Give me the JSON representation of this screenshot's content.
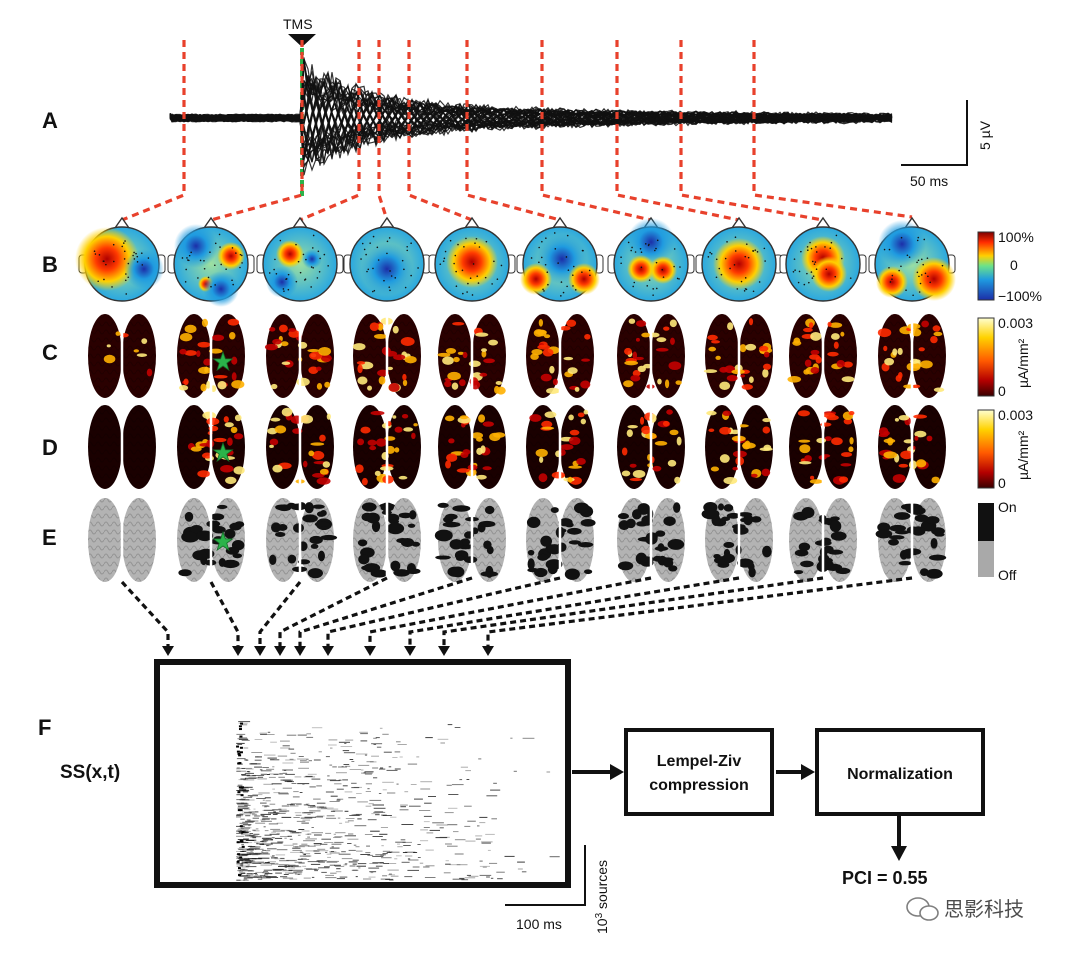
{
  "rows": {
    "a": "A",
    "b": "B",
    "c": "C",
    "d": "D",
    "e": "E",
    "f": "F"
  },
  "tms_label": "TMS",
  "scalebar": {
    "voltage": "5 µV",
    "time": "50 ms"
  },
  "colorbars": {
    "topo": {
      "max": "100%",
      "mid": "0",
      "min": "−100%",
      "colors": [
        "#7b0000",
        "#ff2a00",
        "#ffd000",
        "#6be28a",
        "#1f9be0",
        "#1c2ea8"
      ]
    },
    "current_c": {
      "max": "0.003",
      "min": "0",
      "unit": "µA/mm²",
      "colors": [
        "#ffffd0",
        "#ffd200",
        "#ff5a00",
        "#b40000",
        "#3a0000"
      ]
    },
    "current_d": {
      "max": "0.003",
      "min": "0",
      "unit": "µA/mm²",
      "colors": [
        "#ffffd0",
        "#ffd200",
        "#ff5a00",
        "#b40000",
        "#3a0000"
      ]
    },
    "binary": {
      "on": "On",
      "off": "Off",
      "colors": [
        "#111111",
        "#a9a9a9"
      ]
    }
  },
  "panel_f": {
    "ylabel": "SS(x,t)",
    "time_scale": "100 ms",
    "source_scale_base": "10",
    "source_scale_exp": "3",
    "source_scale_unit": " sources",
    "compression_line1": "Lempel-Ziv",
    "compression_line2": "compression",
    "normalization": "Normalization",
    "pci": "PCI = 0.55"
  },
  "watermark": "思影科技",
  "accent_colors": {
    "tms_line": "#2bb34a",
    "dashed_links": "#e8412c"
  }
}
